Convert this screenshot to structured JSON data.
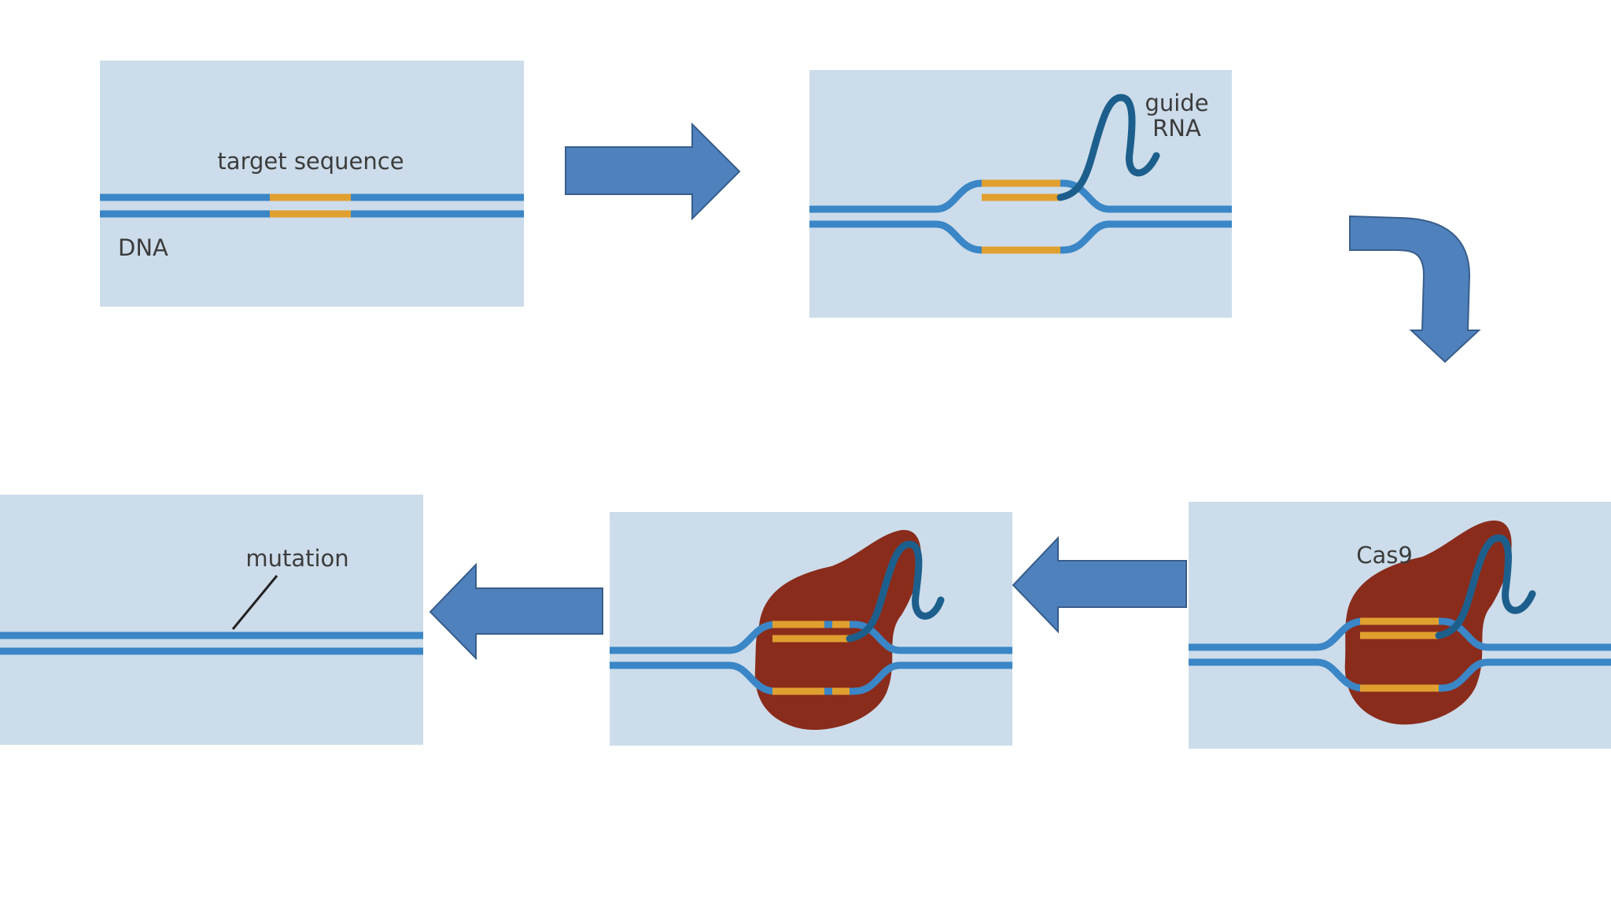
{
  "panels": {
    "p1": {
      "target_label": "target sequence",
      "dna_label": "DNA"
    },
    "p2": {
      "guide_label_line1": "guide",
      "guide_label_line2": "RNA"
    },
    "p3": {
      "cas9_label": "Cas9"
    },
    "p5": {
      "mutation_label": "mutation"
    }
  },
  "colors": {
    "panel_bg": "#ccdcea",
    "dna_strand": "#3a86c6",
    "target_segment": "#e0a030",
    "guide_rna": "#1d5f8c",
    "cas9_protein": "#8a2c1c",
    "mutation": "#d23a1e",
    "arrow_fill": "#4f81bd",
    "arrow_stroke": "#385d8a"
  }
}
